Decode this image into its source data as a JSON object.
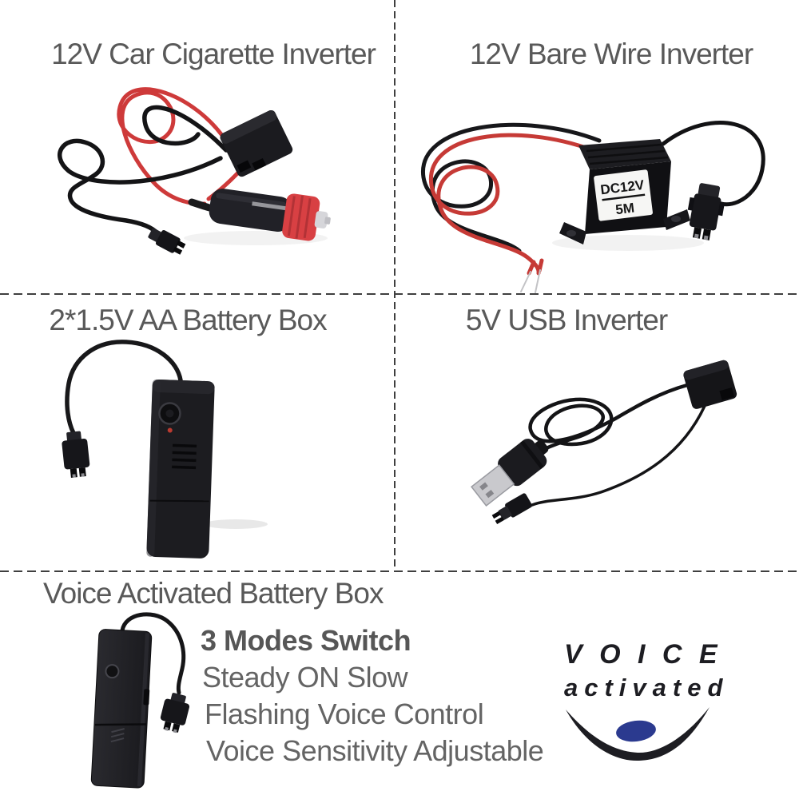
{
  "image_type": "EL wire power driver options collage",
  "colors": {
    "title_text": "#595959",
    "body_text": "#646464",
    "dash_line": "#3f3f3f",
    "wire_red": "#ce3a3a",
    "plug_red": "#d84043",
    "logo_text": "#1d1d22",
    "logo_ellipse": "#2b3a8f"
  },
  "panels": {
    "car_inverter": {
      "title": "12V Car Cigarette Inverter"
    },
    "bare_wire_inverter": {
      "title": "12V Bare Wire Inverter",
      "box_label_top": "DC12V",
      "box_label_bottom": "5M"
    },
    "aa_battery_box": {
      "title": "2*1.5V AA Battery Box"
    },
    "usb_inverter": {
      "title": "5V USB Inverter"
    },
    "voice_battery_box": {
      "title": "Voice Activated Battery Box",
      "feature_bold": "3 Modes Switch",
      "features": [
        "Steady ON Slow",
        "Flashing Voice Control",
        "Voice Sensitivity Adjustable"
      ]
    },
    "voice_logo": {
      "word": "V O I C E",
      "subword": "activated",
      "ellipse_color": "#2b3a8f"
    }
  }
}
